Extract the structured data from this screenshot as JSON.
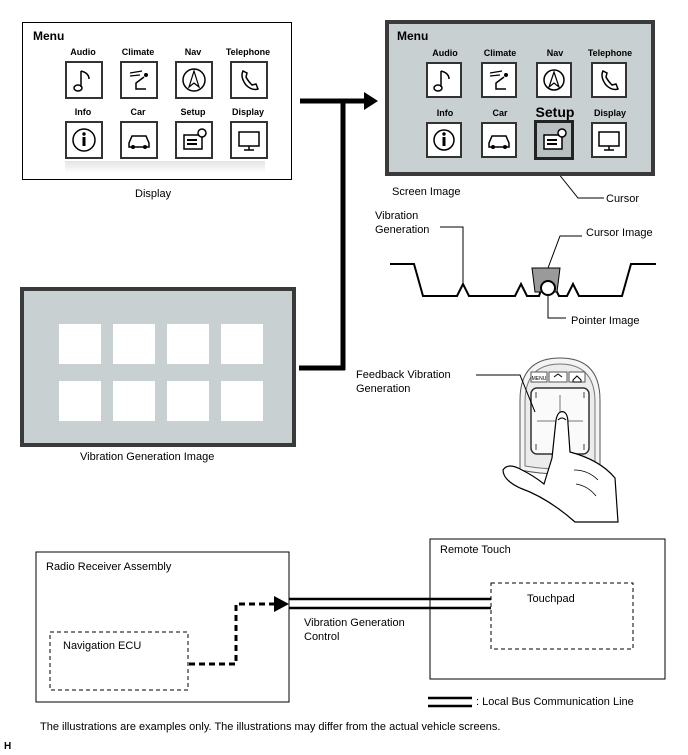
{
  "display_panel": {
    "menu_title": "Menu",
    "items": [
      "Audio",
      "Climate",
      "Nav",
      "Telephone",
      "Info",
      "Car",
      "Setup",
      "Display"
    ],
    "caption": "Display"
  },
  "screen_panel": {
    "menu_title": "Menu",
    "items": [
      "Audio",
      "Climate",
      "Nav",
      "Telephone",
      "Info",
      "Car",
      "Setup",
      "Display"
    ],
    "caption": "Screen Image",
    "cursor_label": "Cursor",
    "highlighted_item": "Setup"
  },
  "vibration_panel": {
    "caption": "Vibration Generation Image",
    "square_count": 8
  },
  "profile": {
    "vibration_label_line1": "Vibration",
    "vibration_label_line2": "Generation",
    "cursor_image_label": "Cursor Image",
    "pointer_image_label": "Pointer Image"
  },
  "remote": {
    "feedback_label_line1": "Feedback Vibration",
    "feedback_label_line2": "Generation",
    "menu_key": "MENU"
  },
  "block": {
    "radio_receiver": "Radio Receiver Assembly",
    "navigation_ecu": "Navigation ECU",
    "remote_touch": "Remote Touch",
    "touchpad": "Touchpad",
    "signal_line1": "Vibration Generation",
    "signal_line2": "Control",
    "legend": ": Local Bus Communication Line"
  },
  "footnote": "The illustrations are examples only. The illustrations may differ from the actual vehicle screens.",
  "corner_mark": "H",
  "colors": {
    "screen_gray": "#c8d0d1",
    "frame_dark": "#3a3a3a",
    "line": "#000000"
  }
}
